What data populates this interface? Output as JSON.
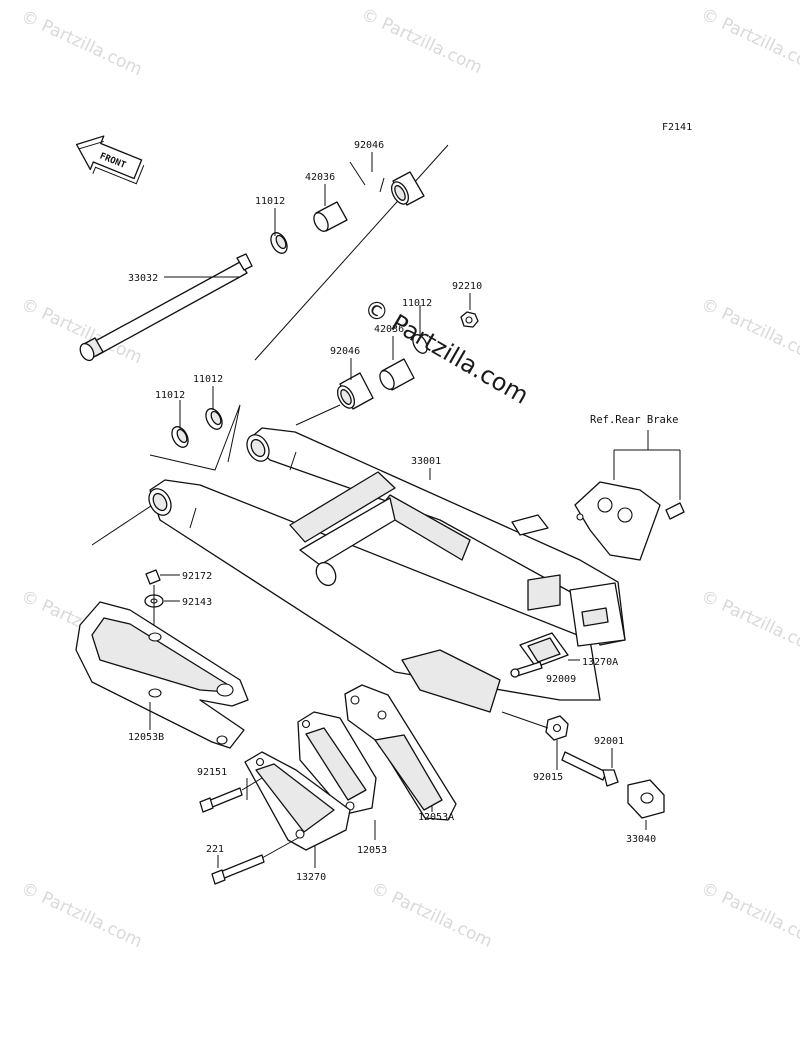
{
  "figure_code": "F2141",
  "front_label": "FRONT",
  "ref_label": "Ref.Rear Brake",
  "watermark": "© Partzilla.com",
  "callouts": {
    "c92046a": "92046",
    "c42036a": "42036",
    "c11012a": "11012",
    "c33032": "33032",
    "c92210": "92210",
    "c11012b": "11012",
    "c42036b": "42036",
    "c92046b": "92046",
    "c11012c": "11012",
    "c11012d": "11012",
    "c33001": "33001",
    "c92172": "92172",
    "c92143": "92143",
    "c13270a": "13270A",
    "c92009": "92009",
    "c12053b": "12053B",
    "c92001": "92001",
    "c92151": "92151",
    "c92015": "92015",
    "c12053a": "12053A",
    "c33040": "33040",
    "c221": "221",
    "c12053": "12053",
    "c13270": "13270"
  }
}
